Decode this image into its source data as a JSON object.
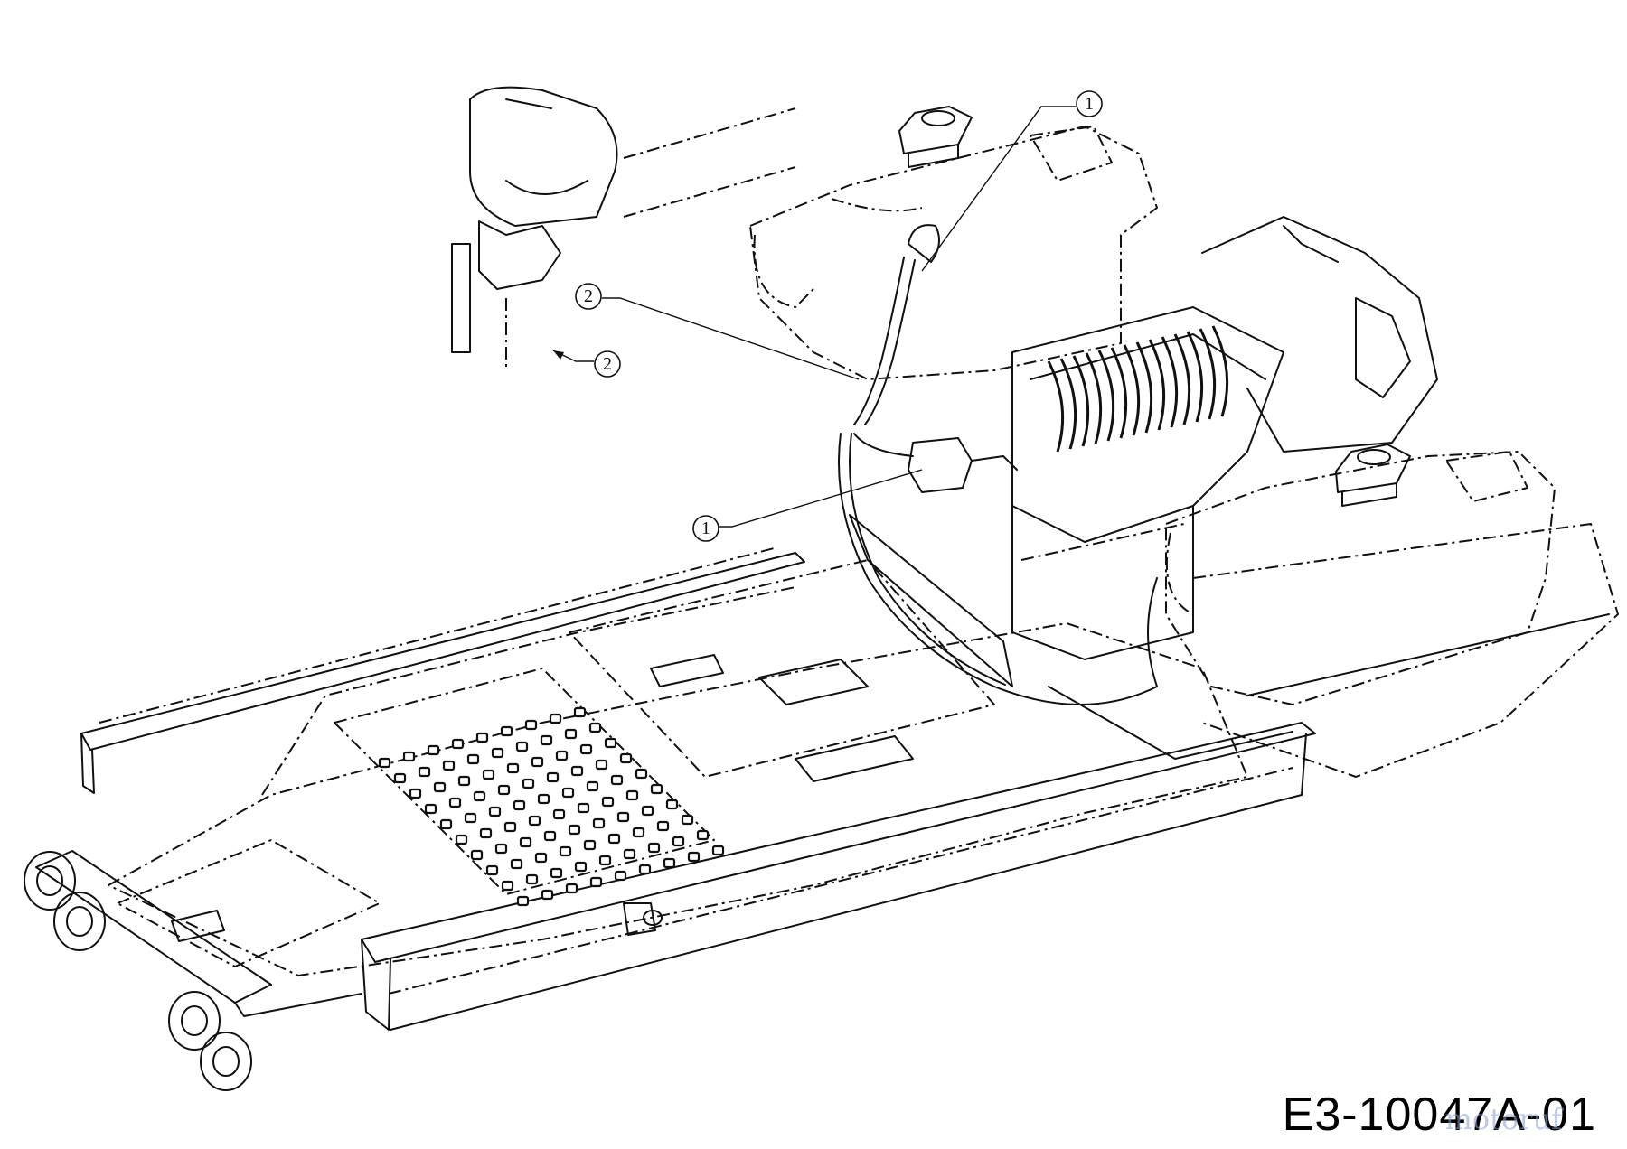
{
  "callouts": [
    {
      "label": "1"
    },
    {
      "label": "1"
    },
    {
      "label": "2"
    },
    {
      "label": "2"
    }
  ],
  "drawing_code": "E3-10047A-01",
  "watermark": "motoruf"
}
